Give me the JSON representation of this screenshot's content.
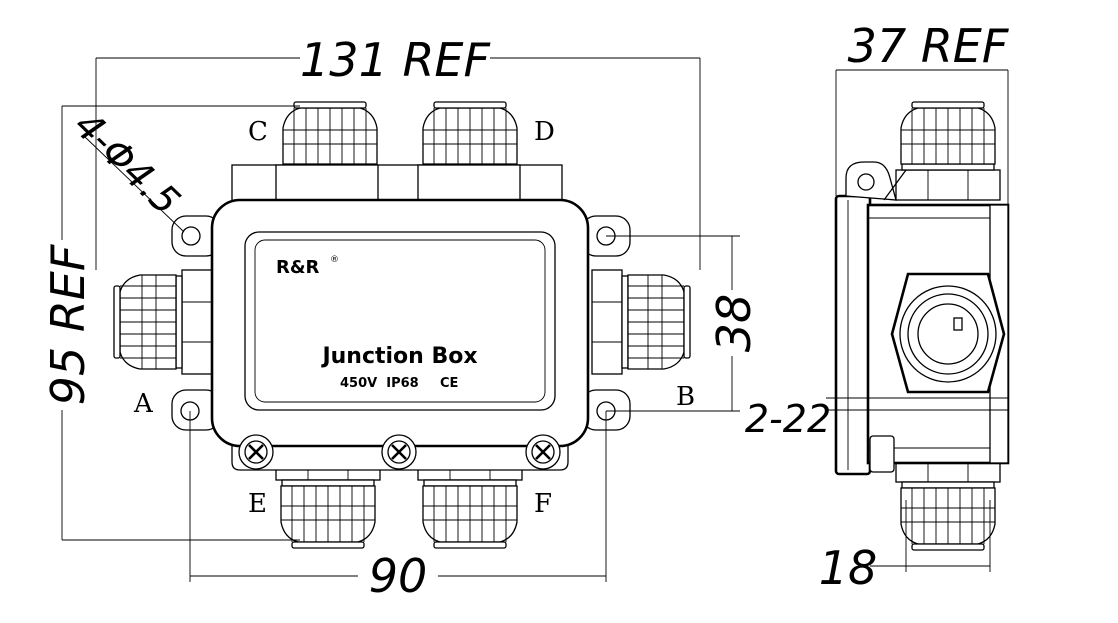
{
  "dimensions": {
    "overall_width": "131 REF",
    "overall_height": "95 REF",
    "mount_holes": "4-Φ4.5",
    "hole_spacing_vertical": "38",
    "hole_spacing_horizontal": "90",
    "side_depth": "37 REF",
    "thread": "2-22",
    "gland": "18"
  },
  "ports": [
    "A",
    "B",
    "C",
    "D",
    "E",
    "F"
  ],
  "label": {
    "brand": "R&R",
    "brand_mark": "®",
    "title": "Junction Box",
    "rating": "450V  IP68",
    "cert": "CE"
  }
}
